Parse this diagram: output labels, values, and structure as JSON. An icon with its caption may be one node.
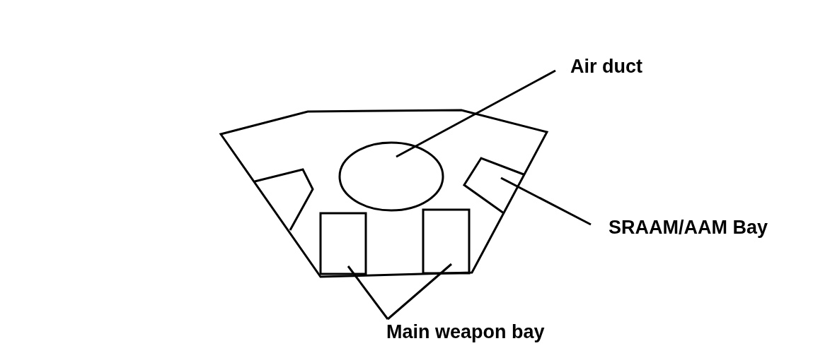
{
  "diagram": {
    "nodes": [
      {
        "text": [
          "Air duct"
        ]
      },
      {
        "text": [
          "SRAAM/AAM Bay"
        ]
      },
      {
        "text": [
          "Main weapon bay"
        ]
      },
      {
        "text": [],
        "shape": "circle"
      },
      {
        "text": [],
        "shape": "box"
      },
      {
        "text": [],
        "shape": "box"
      },
      {
        "text": [],
        "shape": "box"
      }
    ],
    "edges": [
      {
        "from": 0,
        "to": 3,
        "arrow": "none"
      },
      {
        "from": 1,
        "to": 4,
        "arrow": "none"
      },
      {
        "from": 2,
        "to": 5,
        "arrow": "none"
      },
      {
        "from": 2,
        "to": 6,
        "arrow": "none"
      }
    ]
  }
}
